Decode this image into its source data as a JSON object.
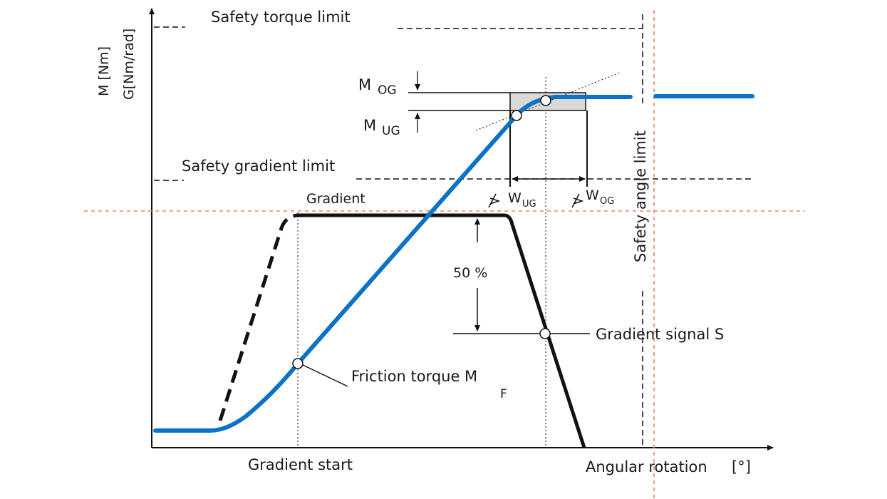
{
  "axes": {
    "y_label_1": "M [Nm]",
    "y_label_2": "G[Nm/rad]",
    "x_label": "Angular rotation",
    "x_unit": "[°]"
  },
  "labels": {
    "safety_torque_limit": "Safety torque limit",
    "safety_gradient_limit": "Safety gradient limit",
    "safety_angle_limit": "Safety angle limit",
    "gradient": "Gradient",
    "gradient_start": "Gradient start",
    "gradient_signal": "Gradient signal S",
    "friction_torque": "Friction torque M",
    "friction_torque_sub": "F",
    "fifty_percent": "50 %",
    "m_og": "M",
    "m_og_sub": "OG",
    "m_ug": "M",
    "m_ug_sub": "UG",
    "w_ug": "W",
    "w_ug_sub": "UG",
    "w_og": "W",
    "w_og_sub": "OG"
  },
  "colors": {
    "torque_curve": "#0a73c8",
    "gradient_curve": "#111111",
    "reference_line": "#f08060",
    "window_fill": "#d9d9d9"
  }
}
